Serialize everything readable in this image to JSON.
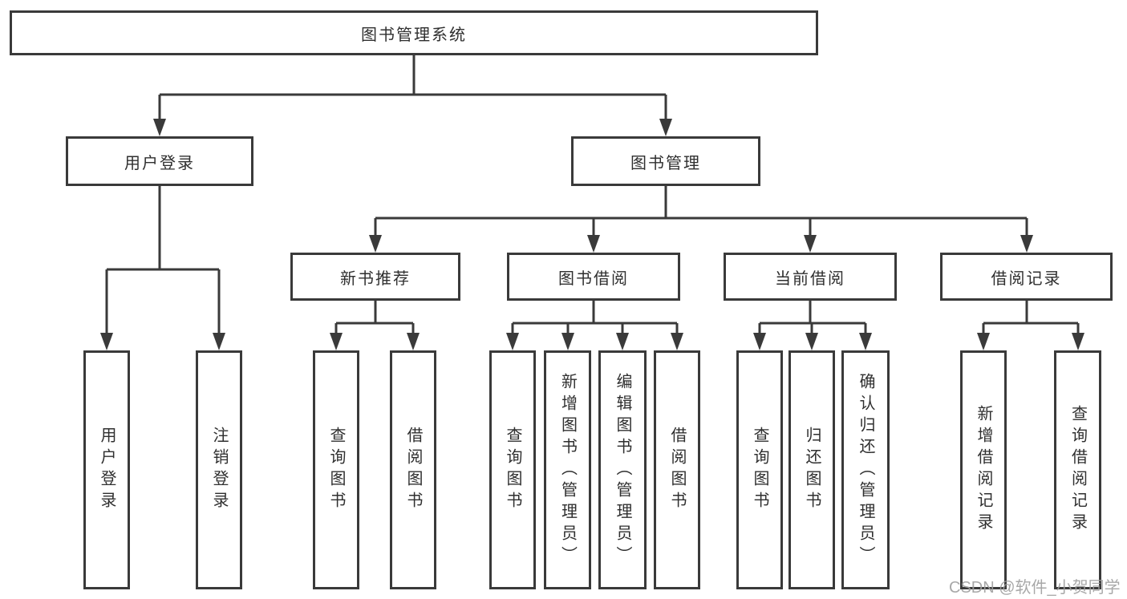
{
  "nodes": {
    "root": "图书管理系统",
    "level2": [
      "用户登录",
      "图书管理"
    ],
    "level3": [
      "新书推荐",
      "图书借阅",
      "当前借阅",
      "借阅记录"
    ],
    "leaves": {
      "login": [
        "用户登录",
        "注销登录"
      ],
      "newbook": [
        "查询图书",
        "借阅图书"
      ],
      "borrow": [
        "查询图书",
        "新增图书（管理员）",
        "编辑图书（管理员）",
        "借阅图书"
      ],
      "current": [
        "查询图书",
        "归还图书",
        "确认归还（管理员）"
      ],
      "records": [
        "新增借阅记录",
        "查询借阅记录"
      ]
    }
  },
  "watermark": "CSDN @软件_小贺同学",
  "colors": {
    "line": "#3a3a3a",
    "text": "#2f2f2f",
    "watermark": "#9e9e9e",
    "background": "#ffffff"
  }
}
